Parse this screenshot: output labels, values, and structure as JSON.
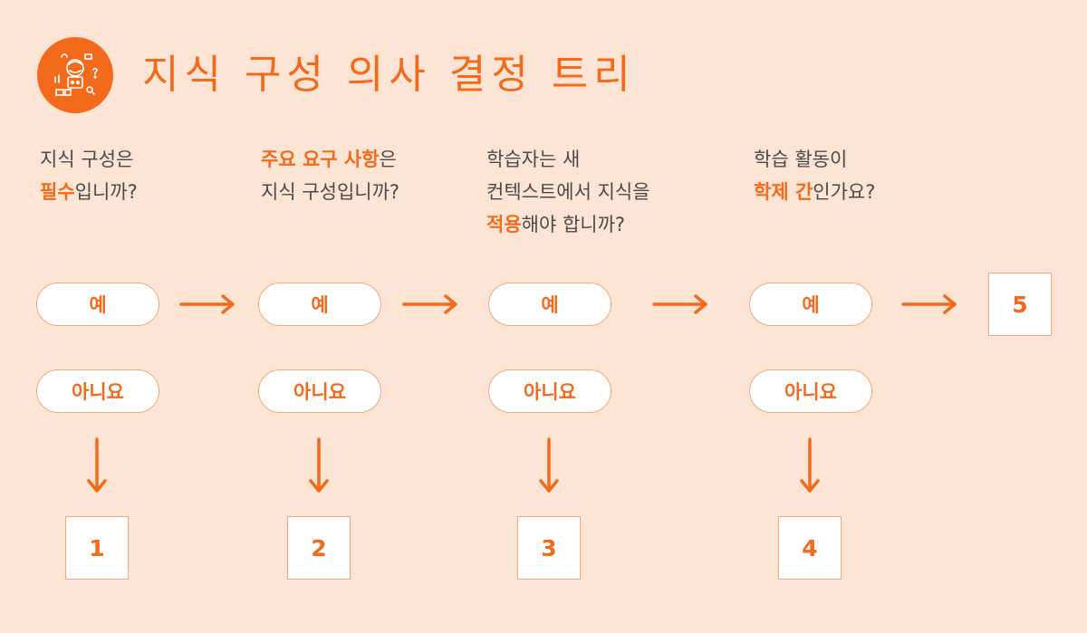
{
  "title": "지식 구성 의사 결정 트리",
  "logo": {
    "icon": "brain-robot-icon",
    "color": "#f26a1b"
  },
  "colors": {
    "accent": "#f26a1b",
    "background": "#fde5d6",
    "text": "#4a4a4a"
  },
  "steps": [
    {
      "question": [
        [
          {
            "t": "지식 구성은",
            "hl": false
          }
        ],
        [
          {
            "t": "필수",
            "hl": true
          },
          {
            "t": "입니까?",
            "hl": false
          }
        ]
      ],
      "yes": "예",
      "no": "아니요",
      "no_result": "1"
    },
    {
      "question": [
        [
          {
            "t": "주요 요구 사항",
            "hl": true
          },
          {
            "t": "은",
            "hl": false
          }
        ],
        [
          {
            "t": "지식 구성입니까?",
            "hl": false
          }
        ]
      ],
      "yes": "예",
      "no": "아니요",
      "no_result": "2"
    },
    {
      "question": [
        [
          {
            "t": "학습자는 새",
            "hl": false
          }
        ],
        [
          {
            "t": "컨텍스트에서 지식을",
            "hl": false
          }
        ],
        [
          {
            "t": "적용",
            "hl": true
          },
          {
            "t": "해야 합니까?",
            "hl": false
          }
        ]
      ],
      "yes": "예",
      "no": "아니요",
      "no_result": "3"
    },
    {
      "question": [
        [
          {
            "t": "학습 활동이",
            "hl": false
          }
        ],
        [
          {
            "t": "학제 간",
            "hl": true
          },
          {
            "t": "인가요?",
            "hl": false
          }
        ]
      ],
      "yes": "예",
      "no": "아니요",
      "no_result": "4"
    }
  ],
  "final_result": "5"
}
